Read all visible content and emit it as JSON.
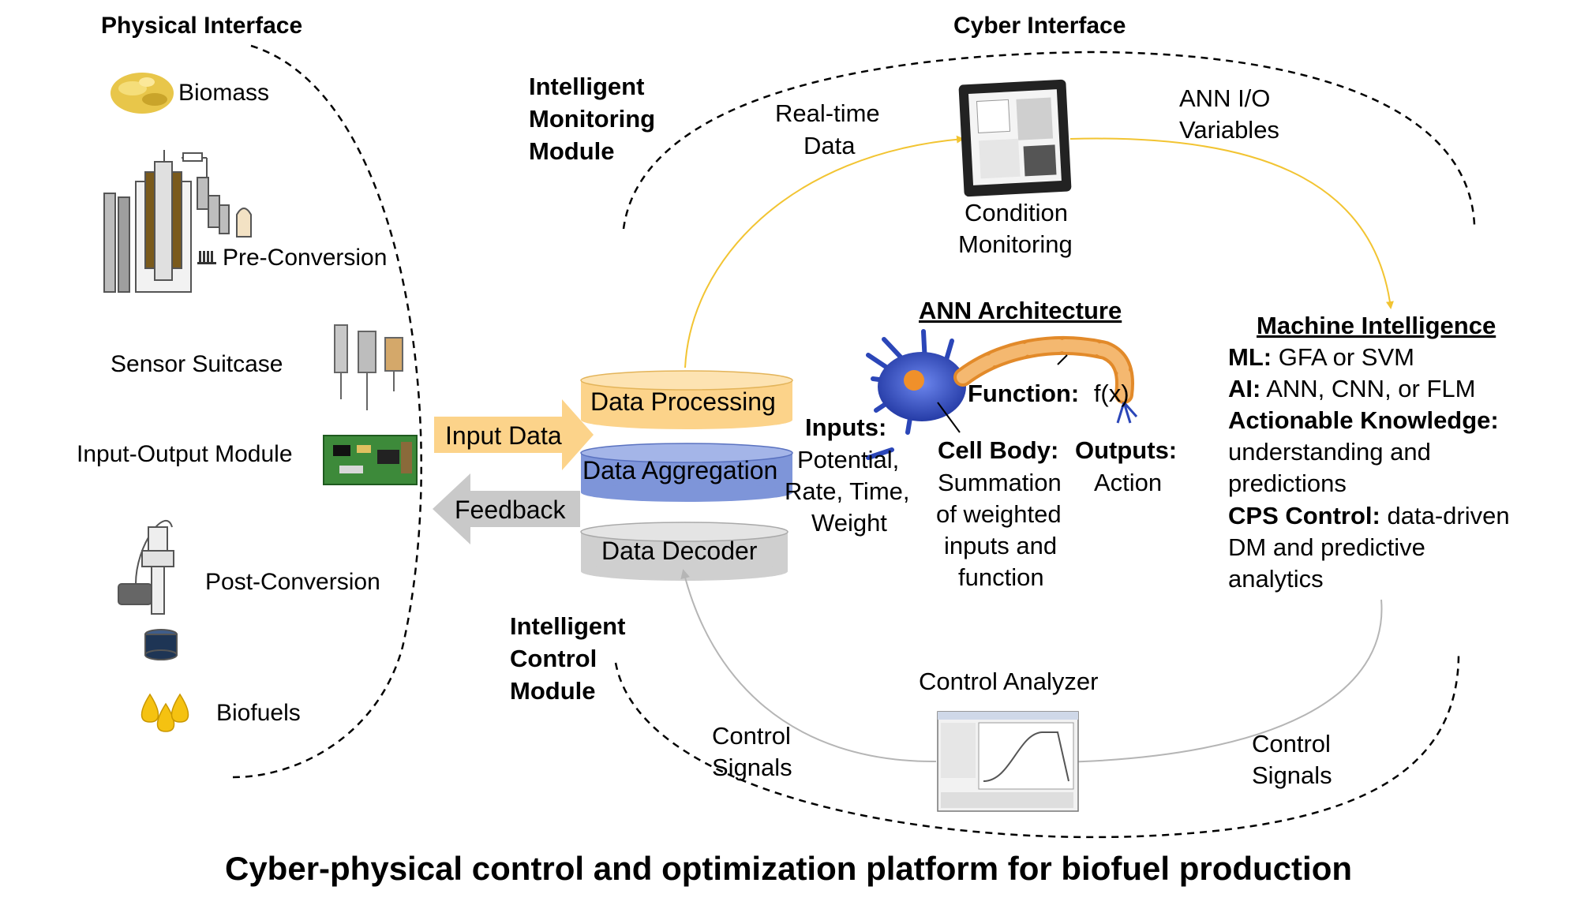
{
  "physical": {
    "title": "Physical Interface",
    "items": [
      "Biomass",
      "Pre-Conversion",
      "Sensor Suitcase",
      "Input-Output Module",
      "Post-Conversion",
      "Biofuels"
    ]
  },
  "cyber": {
    "title": "Cyber Interface"
  },
  "monitoring_module": {
    "line1": "Intelligent",
    "line2": "Monitoring",
    "line3": "Module"
  },
  "control_module": {
    "line1": "Intelligent",
    "line2": "Control",
    "line3": "Module"
  },
  "arrows": {
    "realtime_1": "Real-time",
    "realtime_2": "Data",
    "ann_io_1": "ANN I/O",
    "ann_io_2": "Variables",
    "input_data": "Input Data",
    "feedback": "Feedback",
    "ctrl_left_1": "Control",
    "ctrl_left_2": "Signals",
    "ctrl_right_1": "Control",
    "ctrl_right_2": "Signals"
  },
  "condition_monitoring": {
    "line1": "Condition",
    "line2": "Monitoring"
  },
  "control_analyzer": "Control Analyzer",
  "data_stack": {
    "processing": "Data Processing",
    "aggregation": "Data Aggregation",
    "decoder": "Data Decoder"
  },
  "ann": {
    "title": "ANN Architecture",
    "function_label": "Function:",
    "function_value": "f(x)",
    "inputs_label": "Inputs:",
    "inputs_lines": [
      "Potential,",
      "Rate, Time,",
      "Weight"
    ],
    "cellbody_label": "Cell Body:",
    "cellbody_lines": [
      "Summation",
      "of weighted",
      "inputs and",
      "function"
    ],
    "outputs_label": "Outputs:",
    "outputs_value": "Action"
  },
  "machine_intelligence": {
    "title": "Machine Intelligence",
    "ml_label": "ML:",
    "ml_value": " GFA or SVM",
    "ai_label": "AI:",
    "ai_value": " ANN, CNN, or FLM",
    "ak_label": "Actionable Knowledge:",
    "ak_line1": "understanding and",
    "ak_line2": "predictions",
    "cps_label": "CPS Control:",
    "cps_value": " data-driven",
    "cps_line2": "DM and predictive",
    "cps_line3": "analytics"
  },
  "caption": "Cyber-physical control and optimization platform for biofuel production",
  "colors": {
    "yellow_arrow": "#f2c432",
    "input_data_fill": "#fcd38a",
    "feedback_fill": "#c9c9c9",
    "processing_fill": "#fcd38a",
    "aggregation_fill": "#7e95d9",
    "decoder_fill": "#cfcfcf",
    "neuron_blue": "#3a56c8",
    "axon_orange": "#f4b870"
  }
}
